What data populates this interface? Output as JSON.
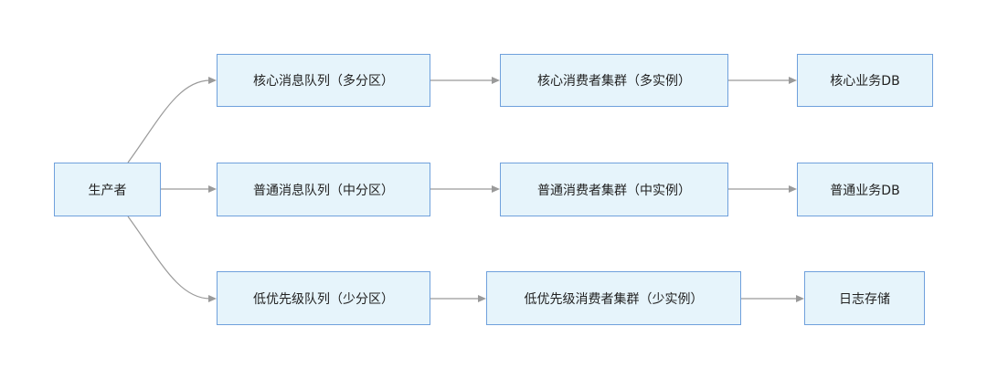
{
  "nodes": {
    "producer": "生产者",
    "core_queue": "核心消息队列（多分区）",
    "normal_queue": "普通消息队列（中分区）",
    "low_queue": "低优先级队列（少分区）",
    "core_consumers": "核心消费者集群（多实例）",
    "normal_consumers": "普通消费者集群（中实例）",
    "low_consumers": "低优先级消费者集群（少实例）",
    "core_db": "核心业务DB",
    "normal_db": "普通业务DB",
    "log_storage": "日志存储"
  },
  "edges": [
    {
      "from": "producer",
      "to": "core_queue"
    },
    {
      "from": "producer",
      "to": "normal_queue"
    },
    {
      "from": "producer",
      "to": "low_queue"
    },
    {
      "from": "core_queue",
      "to": "core_consumers"
    },
    {
      "from": "normal_queue",
      "to": "normal_consumers"
    },
    {
      "from": "low_queue",
      "to": "low_consumers"
    },
    {
      "from": "core_consumers",
      "to": "core_db"
    },
    {
      "from": "normal_consumers",
      "to": "normal_db"
    },
    {
      "from": "low_consumers",
      "to": "log_storage"
    }
  ],
  "colors": {
    "node_fill": "#e6f4fb",
    "node_border": "#6fa0dc",
    "edge": "#9a9a9a"
  }
}
